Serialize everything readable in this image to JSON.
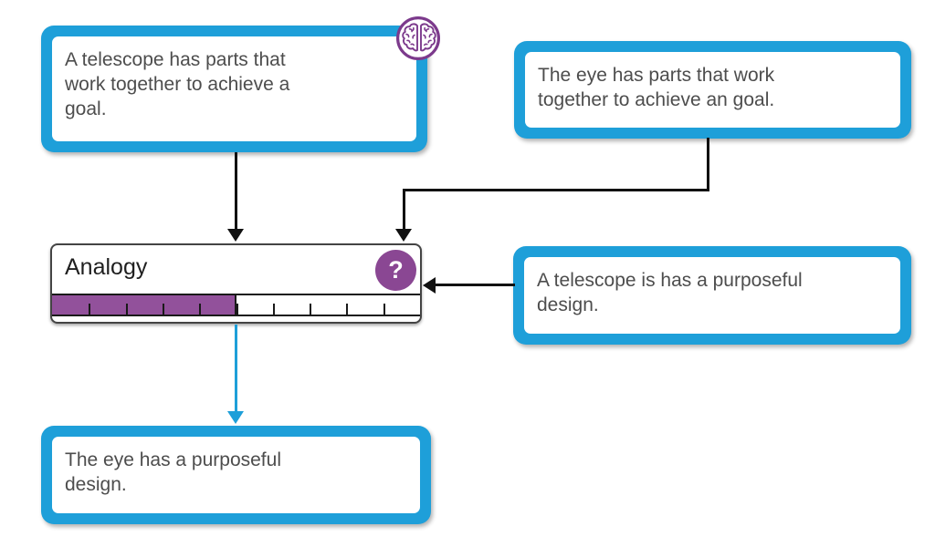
{
  "diagram": {
    "premises": {
      "telescope_parts": {
        "text": "A telescope has parts that\nwork together to achieve a\ngoal."
      },
      "eye_parts": {
        "text": "The eye has parts that work\ntogether to achieve an goal."
      },
      "telescope_design": {
        "text": "A telescope is has a purposeful\ndesign."
      }
    },
    "conclusion": {
      "text": "The eye has a purposeful\ndesign."
    },
    "analogy_node": {
      "title": "Analogy",
      "help_label": "?",
      "strength_percent": 50,
      "tick_count": 10
    },
    "icons": {
      "brain_badge": "brain-icon",
      "help": "question-mark-icon"
    }
  },
  "colors": {
    "node_blue": "#1E9FD9",
    "purple": "#8A4793",
    "purple_fill": "#92519B",
    "icon_purple": "#7C3A8C",
    "arrow_black": "#111111",
    "text_gray": "#4D4D4D",
    "title_black": "#1F1F1F",
    "bar_line": "#1A1A1A"
  }
}
